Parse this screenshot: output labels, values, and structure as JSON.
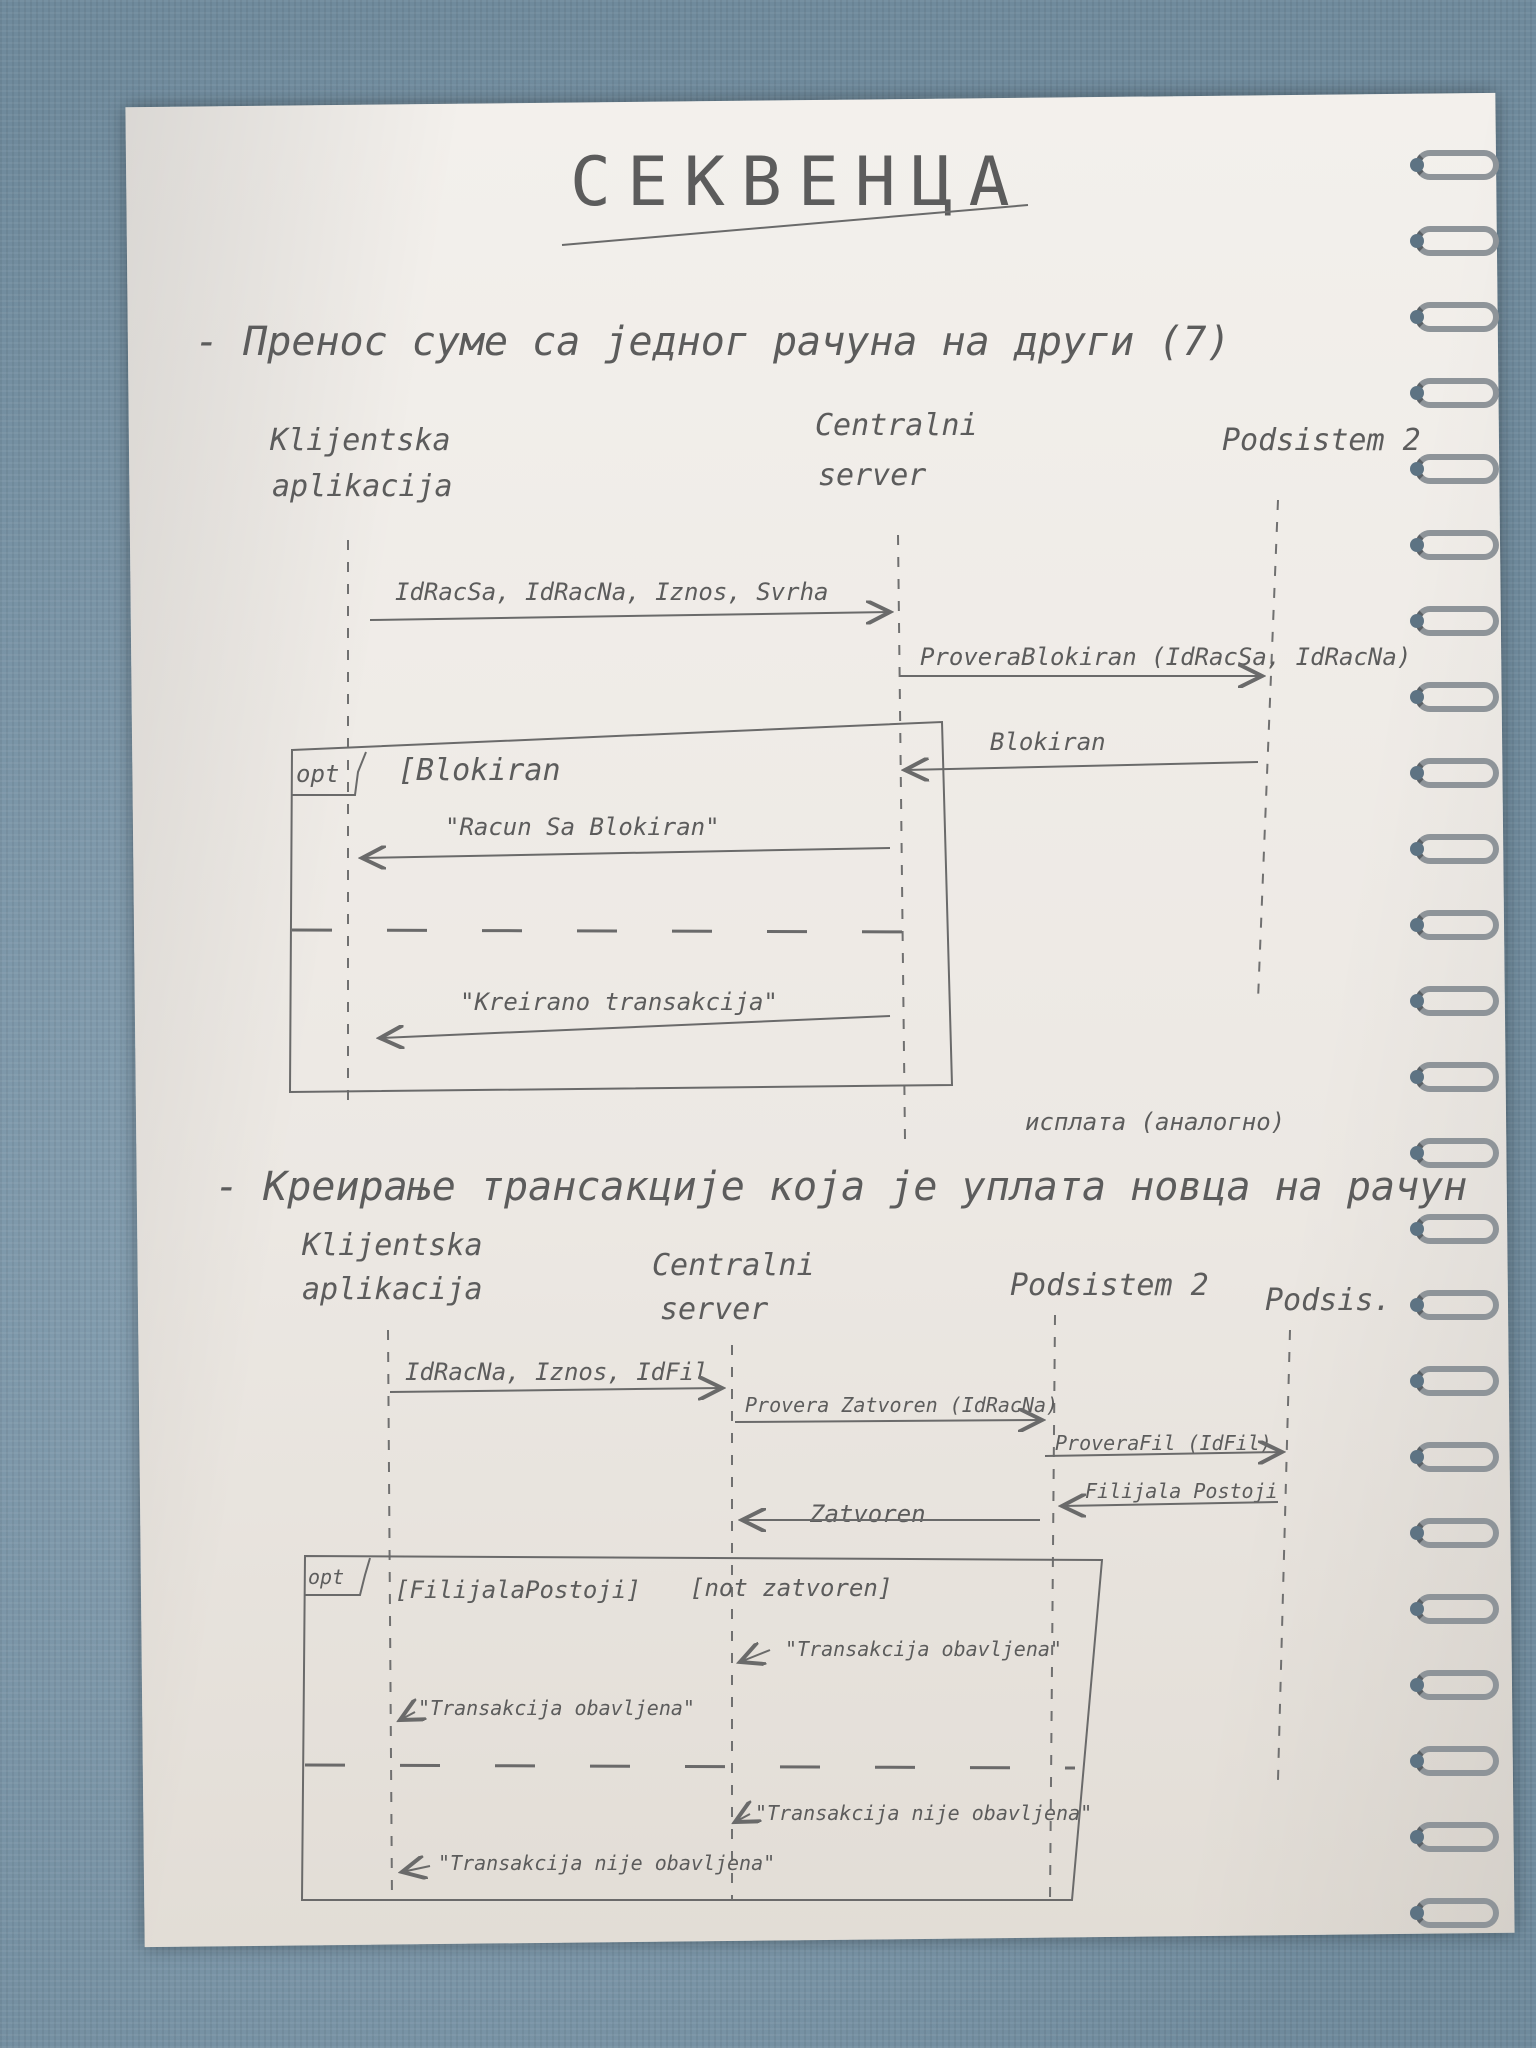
{
  "title": "СЕКВЕНЦА",
  "section1": {
    "heading": "- Пренос суме са једног рачуна на други (7)",
    "lifelines": [
      "Klijentska aplikacija",
      "Centralni server",
      "Podsistem 2"
    ],
    "messages": {
      "m1": "IdRacSa, IdRacNa, Iznos, Svrha",
      "m2": "ProveraBlokiran (IdRacSa, IdRacNa)",
      "m3": "Blokiran"
    },
    "fragment": {
      "operator": "opt",
      "guard": "[Blokiran",
      "reply1": "\"Racun Sa Blokiran\"",
      "reply2": "\"Kreirano transakcija\""
    }
  },
  "section2": {
    "note": "исплата (аналогно)",
    "heading": "- Креирање трансакције која је уплата новца на рачун",
    "lifelines": [
      "Klijentska aplikacija",
      "Centralni server",
      "Podsistem 2",
      "Podsis."
    ],
    "messages": {
      "m1": "IdRacNa, Iznos, IdFil",
      "m2": "Provera Zatvoren (IdRacNa)",
      "m3": "ProveraFil (IdFil)",
      "m4": "Zatvoren",
      "m5": "Filijala Postoji"
    },
    "fragment": {
      "operator": "opt",
      "guard1": "[FilijalaPostoji]",
      "guard2": "[not zatvoren]",
      "r1": "\"Transakcija obavljena\"",
      "r2": "\"Transakcija obavljena\"",
      "r3": "\"Transakcija nije obavljena\"",
      "r4": "\"Transakcija nije obavljena\""
    }
  },
  "colors": {
    "pencil": "#5c5c5c",
    "paper": "#f0ece7",
    "background": "#7d98aa",
    "rings": "#8e9499"
  }
}
